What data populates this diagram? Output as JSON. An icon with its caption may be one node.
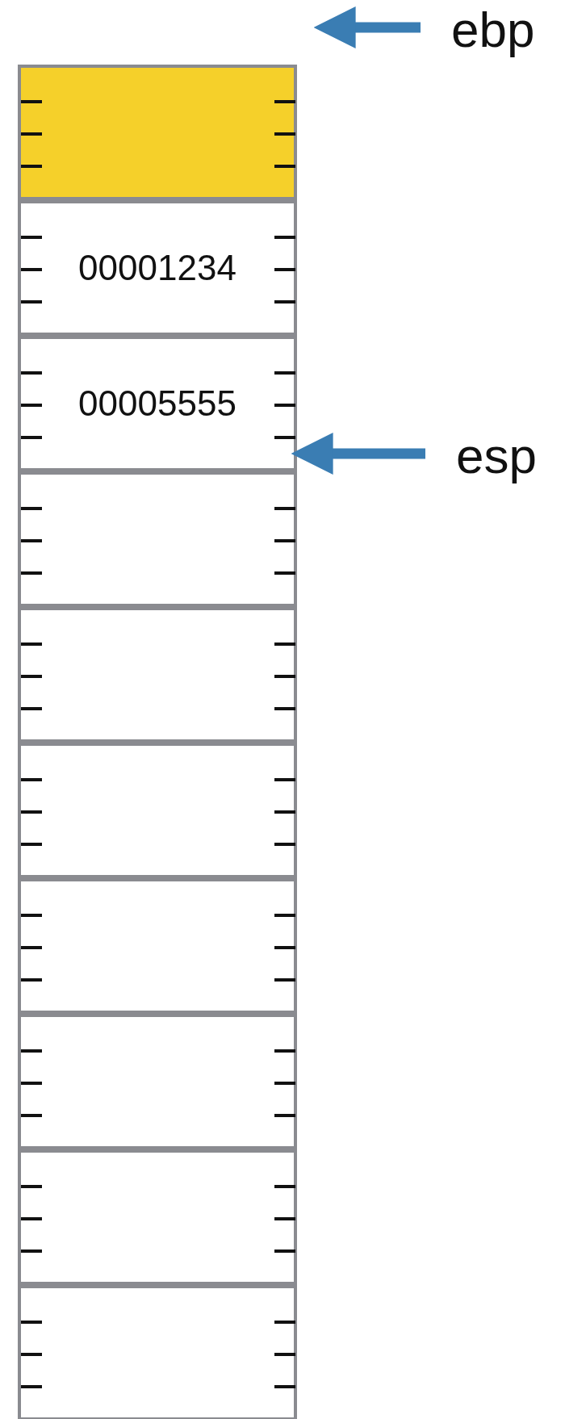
{
  "diagram": {
    "nodes": [
      {
        "text": [
          "ebp"
        ]
      },
      {
        "text": [],
        "shape": "box"
      },
      {
        "text": [
          "00001234"
        ]
      },
      {
        "text": [
          "00005555"
        ]
      },
      {
        "text": [
          "esp"
        ]
      },
      {
        "text": [],
        "shape": "box"
      },
      {
        "text": [],
        "shape": "box"
      },
      {
        "text": [],
        "shape": "box"
      },
      {
        "text": [],
        "shape": "box"
      },
      {
        "text": [],
        "shape": "box"
      },
      {
        "text": [],
        "shape": "box"
      },
      {
        "text": [],
        "shape": "box"
      }
    ],
    "edges": [
      {
        "from": 0,
        "to": null,
        "arrow": "to"
      },
      {
        "from": 4,
        "to": 3,
        "arrow": "to"
      }
    ]
  }
}
